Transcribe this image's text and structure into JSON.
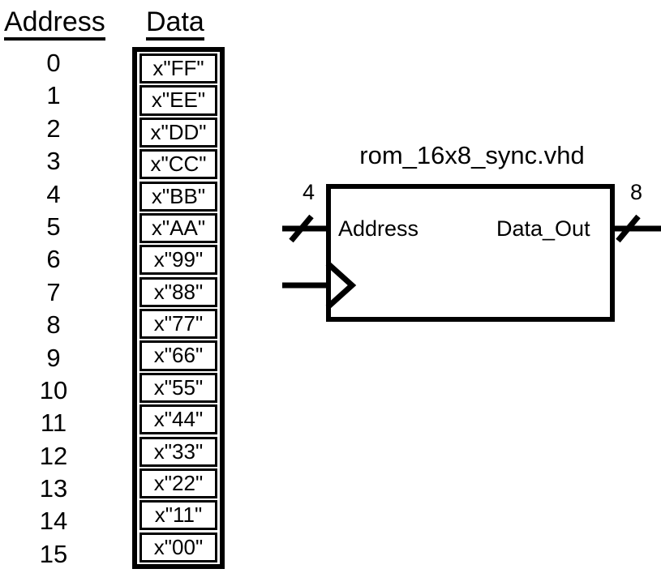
{
  "headers": {
    "address": "Address",
    "data": "Data"
  },
  "memory": {
    "rows": [
      {
        "address": "0",
        "data": "x\"FF\""
      },
      {
        "address": "1",
        "data": "x\"EE\""
      },
      {
        "address": "2",
        "data": "x\"DD\""
      },
      {
        "address": "3",
        "data": "x\"CC\""
      },
      {
        "address": "4",
        "data": "x\"BB\""
      },
      {
        "address": "5",
        "data": "x\"AA\""
      },
      {
        "address": "6",
        "data": "x\"99\""
      },
      {
        "address": "7",
        "data": "x\"88\""
      },
      {
        "address": "8",
        "data": "x\"77\""
      },
      {
        "address": "9",
        "data": "x\"66\""
      },
      {
        "address": "10",
        "data": "x\"55\""
      },
      {
        "address": "11",
        "data": "x\"44\""
      },
      {
        "address": "12",
        "data": "x\"33\""
      },
      {
        "address": "13",
        "data": "x\"22\""
      },
      {
        "address": "14",
        "data": "x\"11\""
      },
      {
        "address": "15",
        "data": "x\"00\""
      }
    ]
  },
  "block": {
    "title": "rom_16x8_sync.vhd",
    "ports": {
      "input_label": "Address",
      "output_label": "Data_Out",
      "input_width": "4",
      "output_width": "8",
      "clock_icon": "clock-triangle-icon"
    }
  },
  "style": {
    "line_color": "#000000",
    "background": "#ffffff"
  }
}
